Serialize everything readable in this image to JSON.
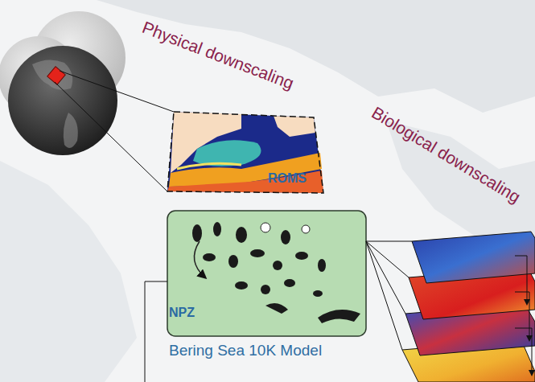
{
  "diagram": {
    "nodes": [
      {
        "text": [
          "ROMS"
        ]
      },
      {
        "text": [
          "NPZ",
          "Bering Sea 10K Model"
        ]
      }
    ],
    "labels": [
      "Physical downscaling",
      "Biological downscaling"
    ]
  }
}
